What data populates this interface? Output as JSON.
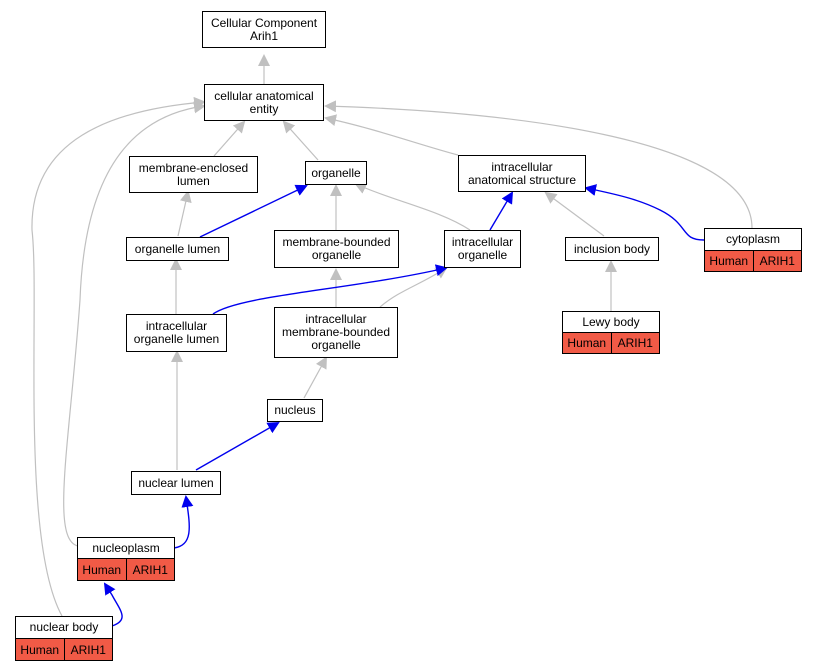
{
  "nodes": {
    "root": {
      "lines": [
        "Cellular Component",
        "Arih1"
      ]
    },
    "cae": {
      "lines": [
        "cellular anatomical",
        "entity"
      ]
    },
    "mel": {
      "lines": [
        "membrane-enclosed",
        "lumen"
      ]
    },
    "organelle": {
      "lines": [
        "organelle"
      ]
    },
    "ias": {
      "lines": [
        "intracellular",
        "anatomical structure"
      ]
    },
    "orgLumen": {
      "lines": [
        "organelle lumen"
      ]
    },
    "mbo": {
      "lines": [
        "membrane-bounded",
        "organelle"
      ]
    },
    "io": {
      "lines": [
        "intracellular",
        "organelle"
      ]
    },
    "inclusion": {
      "lines": [
        "inclusion body"
      ]
    },
    "cytoplasm": {
      "lines": [
        "cytoplasm"
      ],
      "annotation": [
        "Human",
        "ARIH1"
      ]
    },
    "iol": {
      "lines": [
        "intracellular",
        "organelle lumen"
      ]
    },
    "imbo": {
      "lines": [
        "intracellular",
        "membrane-bounded",
        "organelle"
      ]
    },
    "lewy": {
      "lines": [
        "Lewy body"
      ],
      "annotation": [
        "Human",
        "ARIH1"
      ]
    },
    "nucleus": {
      "lines": [
        "nucleus"
      ]
    },
    "nuclum": {
      "lines": [
        "nuclear lumen"
      ]
    },
    "nucleoplasm": {
      "lines": [
        "nucleoplasm"
      ],
      "annotation": [
        "Human",
        "ARIH1"
      ]
    },
    "nucbody": {
      "lines": [
        "nuclear body"
      ],
      "annotation": [
        "Human",
        "ARIH1"
      ]
    }
  },
  "edge_colors": {
    "is_a": "#c0c0c0",
    "part_of": "#0000ee"
  },
  "annotation_color": "#f15a46"
}
